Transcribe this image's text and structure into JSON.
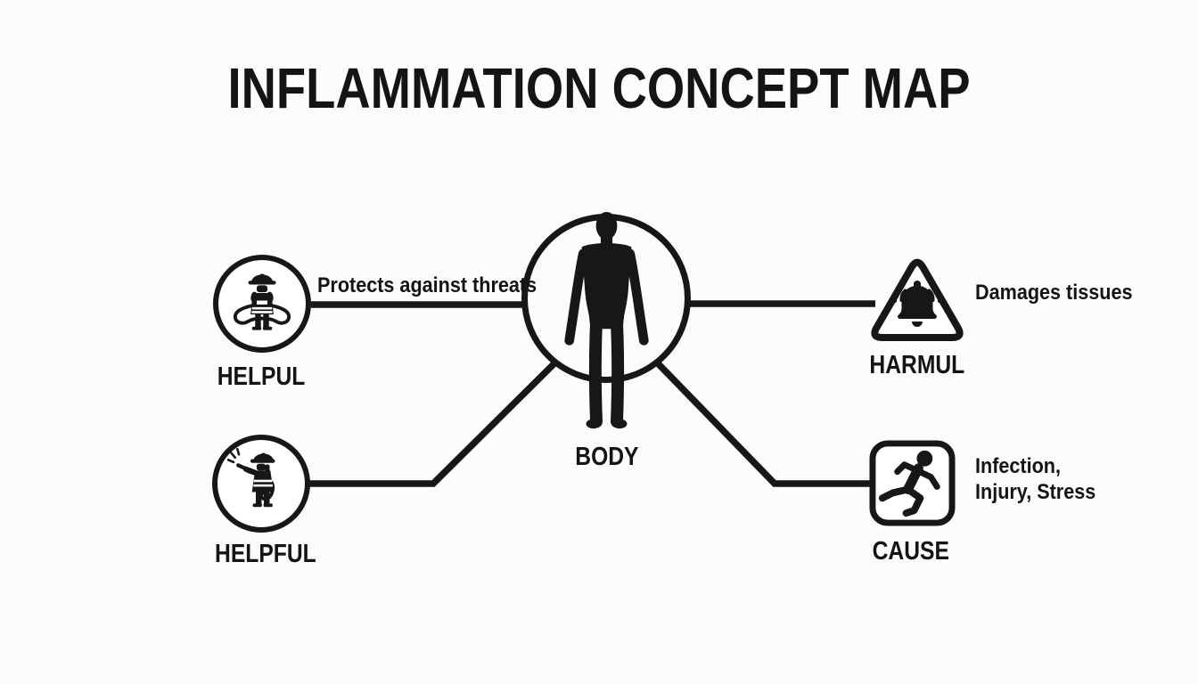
{
  "title": "INFLAMMATION CONCEPT MAP",
  "colors": {
    "ink": "#171717",
    "background": "#fcfcfb"
  },
  "center": {
    "label": "BODY",
    "icon": "human-body-silhouette"
  },
  "nodes": {
    "helpul": {
      "label": "HELPUL",
      "icon": "firefighter-with-hose",
      "edge_label": "Protects against threats"
    },
    "helpful": {
      "label": "HELPFUL",
      "icon": "firefighter-spraying-hose"
    },
    "harmul": {
      "label": "HARMUL",
      "icon": "alarm-bell-warning-triangle",
      "edge_label": "Damages tissues"
    },
    "cause": {
      "label": "CAUSE",
      "icon": "running-person",
      "edge_label_line1": "Infection,",
      "edge_label_line2": "Injury, Stress"
    }
  }
}
